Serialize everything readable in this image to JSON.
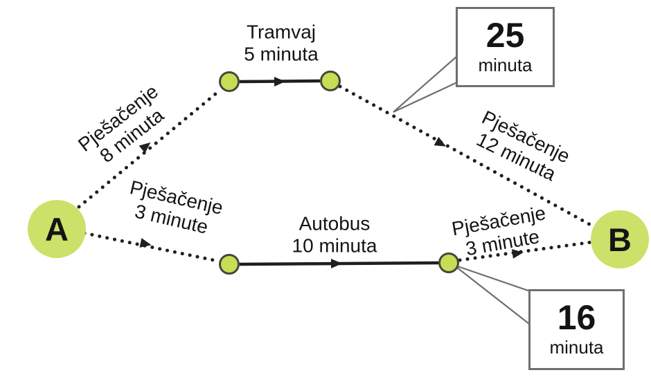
{
  "diagram": {
    "nodes": {
      "start": {
        "label": "A"
      },
      "end": {
        "label": "B"
      }
    },
    "edges": {
      "walk_a_to_tram": {
        "mode": "Pješačenje",
        "duration": "8 minuta"
      },
      "tram": {
        "mode": "Tramvaj",
        "duration": "5 minuta"
      },
      "walk_tram_to_b": {
        "mode": "Pješačenje",
        "duration": "12 minuta"
      },
      "walk_a_to_bus": {
        "mode": "Pješačenje",
        "duration": "3 minute"
      },
      "bus": {
        "mode": "Autobus",
        "duration": "10 minuta"
      },
      "walk_bus_to_b": {
        "mode": "Pješačenje",
        "duration": "3 minute"
      }
    },
    "callouts": {
      "tram_route_total": {
        "value": "25",
        "unit": "minuta"
      },
      "bus_route_total": {
        "value": "16",
        "unit": "minuta"
      }
    },
    "colors": {
      "node_fill": "#cbe169",
      "station_fill": "#c6dd55",
      "station_border": "#45463c",
      "line_color": "#1f1f1f",
      "callout_border": "#6f6f6f",
      "text_color": "#141414",
      "background": "#ffffff"
    }
  }
}
